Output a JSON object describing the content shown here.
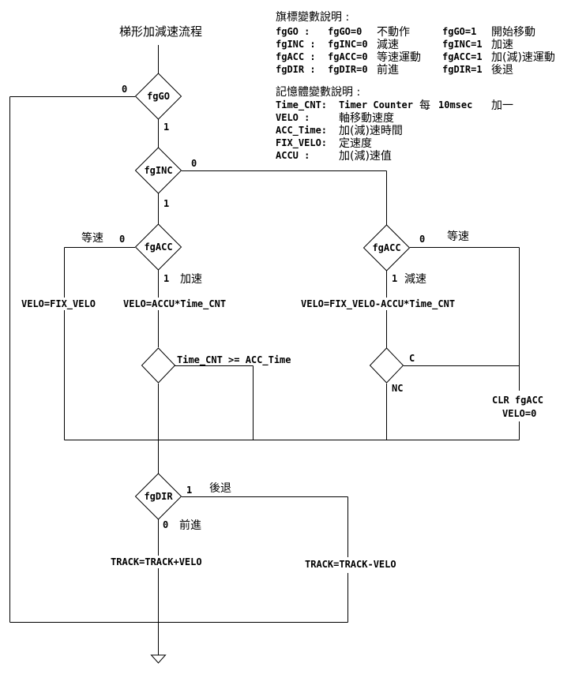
{
  "title": "梯形加減速流程",
  "flags": {
    "heading": "旗標變數說明 :",
    "rows": [
      {
        "name": "fgGO  :",
        "zero": "fgGO=0",
        "zero_desc": "不動作",
        "one": "fgGO=1",
        "one_desc": "開始移動"
      },
      {
        "name": "fgINC :",
        "zero": "fgINC=0",
        "zero_desc": "減速",
        "one": "fgINC=1",
        "one_desc": "加速"
      },
      {
        "name": "fgACC :",
        "zero": "fgACC=0",
        "zero_desc": "等速運動",
        "one": "fgACC=1",
        "one_desc": "加(減)速運動"
      },
      {
        "name": "fgDIR :",
        "zero": "fgDIR=0",
        "zero_desc": "前進",
        "one": "fgDIR=1",
        "one_desc": "後退"
      }
    ]
  },
  "memory": {
    "heading": "記憶體變數說明 :",
    "rows": [
      {
        "name": "Time_CNT:",
        "desc_en": "Timer Counter",
        "desc_cn1": "每",
        "desc_en2": "10msec",
        "desc_cn2": "加一"
      },
      {
        "name": "VELO    :",
        "desc": "軸移動速度"
      },
      {
        "name": "ACC_Time:",
        "desc": "加(減)速時間"
      },
      {
        "name": "FIX_VELO:",
        "desc": "定速度"
      },
      {
        "name": "ACCU    :",
        "desc": "加(減)速值"
      }
    ]
  },
  "nodes": {
    "fggo": "fgGO",
    "fginc": "fgINC",
    "fgacc_left": "fgACC",
    "fgacc_right": "fgACC",
    "fgdir": "fgDIR"
  },
  "edges": {
    "go_0": "0",
    "go_1": "1",
    "inc_0": "0",
    "inc_1": "1",
    "accl_0": "0",
    "accl_0_cn": "等速",
    "accl_1": "1",
    "accl_1_cn": "加速",
    "accr_0": "0",
    "accr_0_cn": "等速",
    "accr_1": "1",
    "accr_1_cn": "減速",
    "dec_c": "C",
    "dec_nc": "NC",
    "dir_1": "1",
    "dir_1_cn": "後退",
    "dir_0": "0",
    "dir_0_cn": "前進"
  },
  "actions": {
    "velo_fix": "VELO=FIX_VELO",
    "velo_accel": "VELO=ACCU*Time_CNT",
    "velo_decel": "VELO=FIX_VELO-ACCU*Time_CNT",
    "cond_time": "Time_CNT >= ACC_Time",
    "clr_fgacc": "CLR fgACC",
    "velo_zero": "VELO=0",
    "track_plus": "TRACK=TRACK+VELO",
    "track_minus": "TRACK=TRACK-VELO"
  }
}
